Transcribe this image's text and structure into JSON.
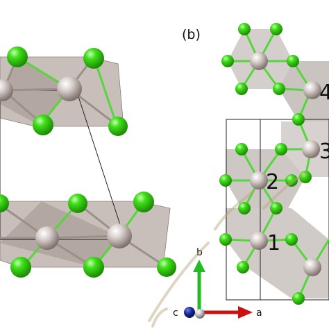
{
  "panel_b": {
    "label": "(b)",
    "atom_labels": [
      "1",
      "2",
      "3",
      "4"
    ]
  },
  "axes": {
    "a_label": "a",
    "b_label": "b",
    "c_label": "c"
  },
  "colors": {
    "cl_atom": "#36d014",
    "metal_atom": "#c9bfbc",
    "polyhedron": "#b7a9a3",
    "bond_green": "#55d63a",
    "a_axis": "#cc1111",
    "b_axis": "#22bb22",
    "c_axis": "#1a2a9c",
    "watermark": "#b7a27a"
  }
}
